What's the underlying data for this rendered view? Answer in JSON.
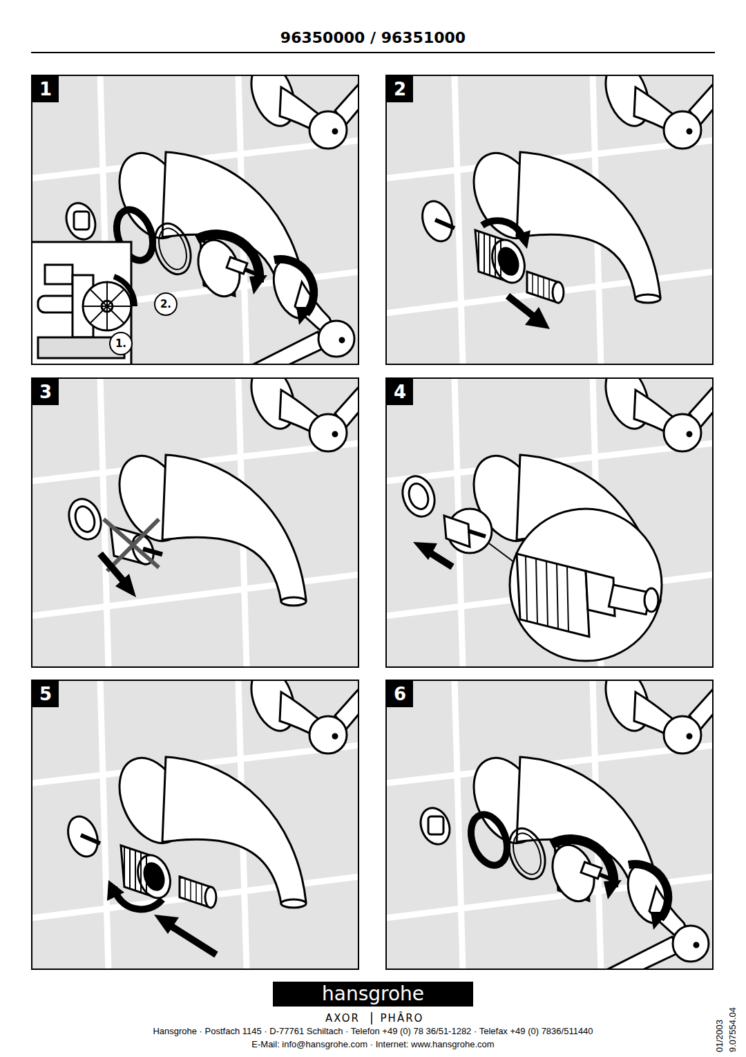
{
  "diagram": {
    "title": "96350000 / 96351000",
    "nodes": [
      {
        "text": [
          "1"
        ]
      },
      {
        "text": [
          "2"
        ]
      },
      {
        "text": [
          "3"
        ]
      },
      {
        "text": [
          "4"
        ]
      },
      {
        "text": [
          "5"
        ]
      },
      {
        "text": [
          "6"
        ]
      },
      {
        "text": [
          "hansgrohe"
        ]
      }
    ],
    "labels": [
      "2.",
      "1.",
      "AXOR",
      "PHÂRO",
      "Hansgrohe · Postfach 1145 · D-77761 Schiltach · Telefon +49 (0) 78 36/51-1282 · Telefax +49 (0) 7836/511440",
      "E-Mail: info@hansgrohe.com · Internet: www.hansgrohe.com",
      "01/2003",
      "9.07554.04"
    ]
  }
}
